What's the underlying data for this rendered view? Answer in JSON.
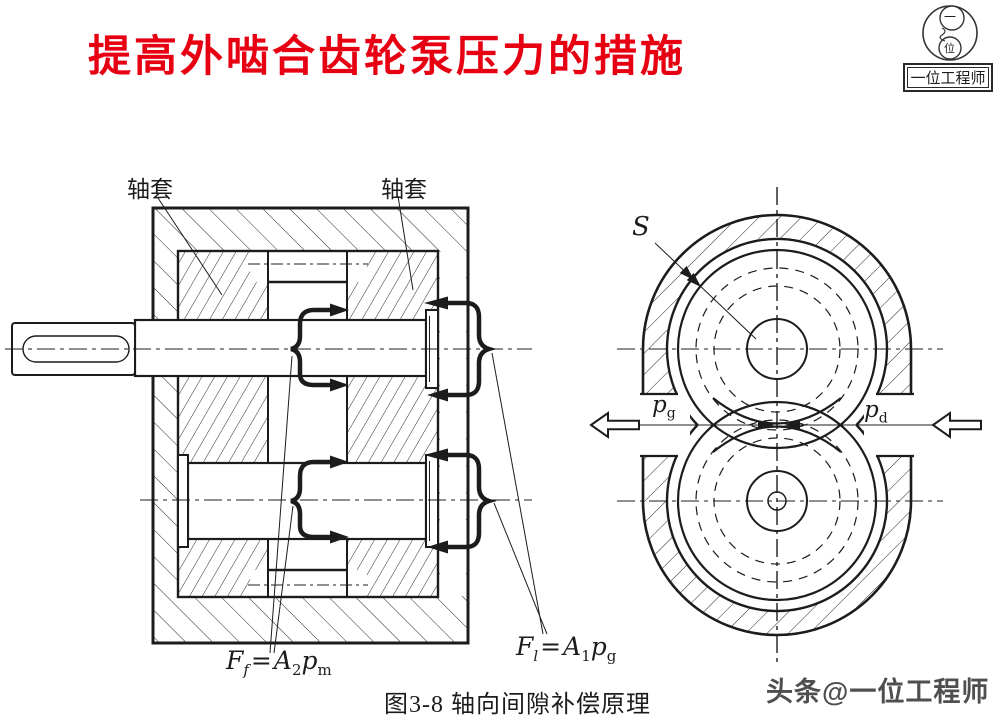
{
  "colors": {
    "title_red": "#e60012",
    "ink": "#1c1c1c",
    "watermark_gray": "#4f4f4f"
  },
  "header": {
    "title": "提高外啮合齿轮泵压力的措施"
  },
  "logo": {
    "circle_top": "一",
    "circle_bottom": "位",
    "box_label": "一位工程师"
  },
  "left_figure": {
    "sleeve_label_left": "轴套",
    "sleeve_label_right": "轴套",
    "formula_ff": {
      "F": "F",
      "F_sub": "f",
      "eq": "=",
      "A": "A",
      "A_sub": "2",
      "p": "p",
      "p_sub": "m"
    },
    "formula_fl": {
      "F": "F",
      "F_sub": "l",
      "eq": "=",
      "A": "A",
      "A_sub": "1",
      "p": "p",
      "p_sub": "g"
    }
  },
  "right_figure": {
    "clearance_label": "S",
    "port_left": {
      "p": "p",
      "sub": "g"
    },
    "port_right": {
      "p": "p",
      "sub": "d"
    }
  },
  "caption": "图3-8 轴向间隙补偿原理",
  "watermark": "头条@一位工程师"
}
